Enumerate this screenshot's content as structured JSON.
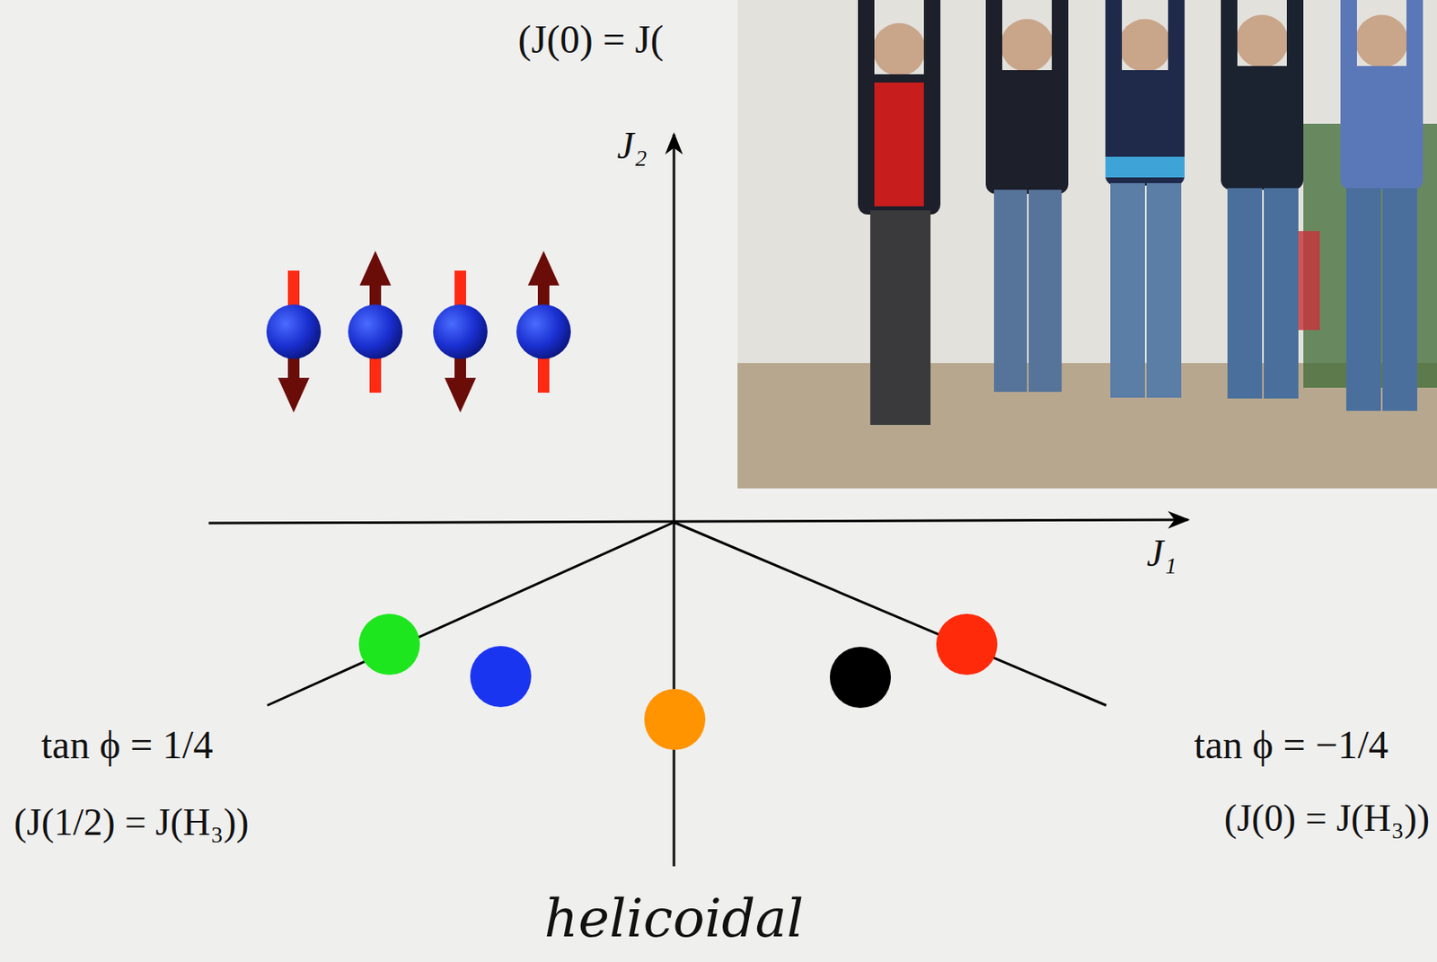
{
  "diagram": {
    "labels": [
      "(J(0) = J(",
      "J₂",
      "J₁",
      "tan ϕ = 1/4",
      "(J(1/2) = J(H₃))",
      "tan ϕ = −1/4",
      "(J(0) = J(H₃))",
      "helicoidal"
    ]
  }
}
